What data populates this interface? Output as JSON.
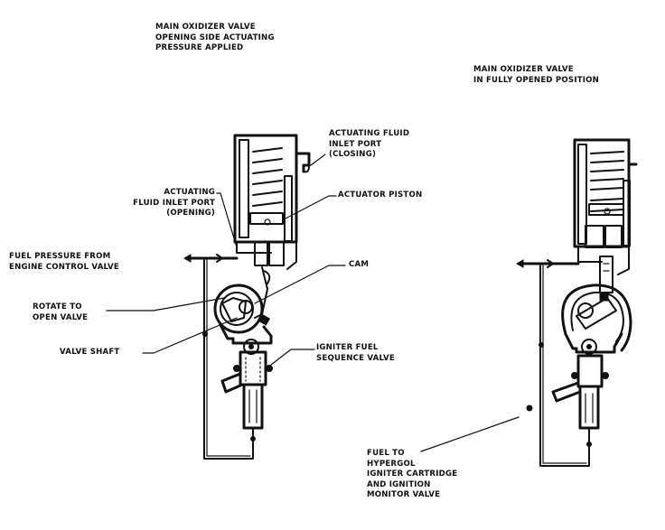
{
  "diagram": {
    "left_panel": {
      "title": [
        "MAIN OXIDIZER VALVE",
        "OPENING SIDE ACTUATING",
        "PRESSURE APPLIED"
      ],
      "callouts": {
        "closing_port": [
          "ACTUATING FLUID",
          "INLET PORT",
          "(CLOSING)"
        ],
        "actuator_piston": [
          "ACTUATOR PISTON"
        ],
        "opening_port": [
          "ACTUATING",
          "FLUID INLET PORT",
          "(OPENING)"
        ],
        "fuel_pressure": [
          "FUEL PRESSURE FROM",
          "ENGINE CONTROL VALVE"
        ],
        "cam": [
          "CAM"
        ],
        "rotate": [
          "ROTATE TO",
          "OPEN VALVE"
        ],
        "valve_shaft": [
          "VALVE SHAFT"
        ],
        "igniter_valve": [
          "IGNITER FUEL",
          "SEQUENCE VALVE"
        ]
      }
    },
    "right_panel": {
      "title": [
        "MAIN OXIDIZER VALVE",
        "IN FULLY OPENED POSITION"
      ],
      "callouts": {
        "fuel_to": [
          "FUEL TO",
          "HYPERGOL",
          "IGNITER CARTRIDGE",
          "AND IGNITION",
          "MONITOR VALVE"
        ]
      }
    },
    "colors": {
      "ink": "#111111",
      "paper": "#ffffff"
    }
  }
}
